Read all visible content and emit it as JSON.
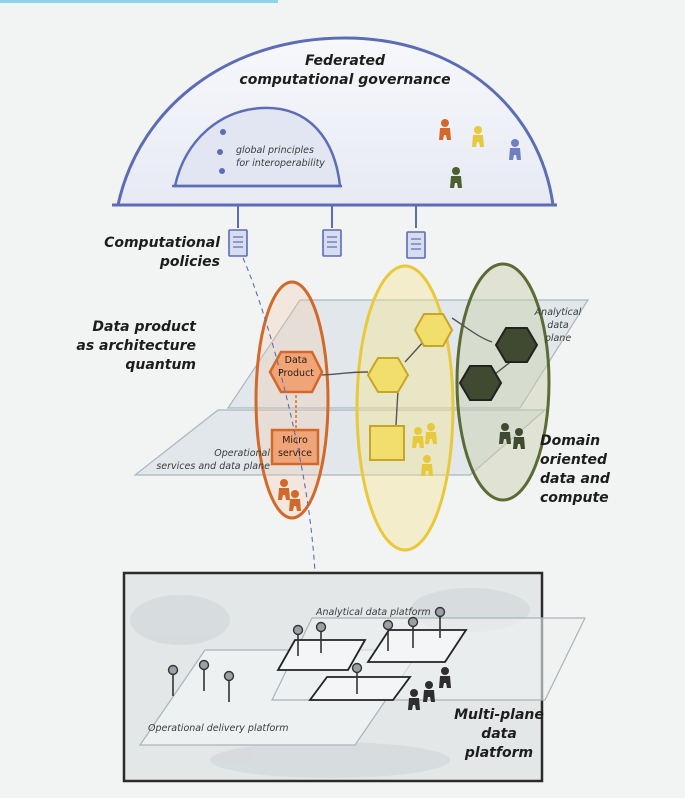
{
  "governance": {
    "title_line1": "Federated",
    "title_line2": "computational governance",
    "principles_line1": "global principles",
    "principles_line2": "for interoperability"
  },
  "policies": {
    "label_line1": "Computational",
    "label_line2": "policies"
  },
  "quantum": {
    "label_line1": "Data product",
    "label_line2": "as architecture",
    "label_line3": "quantum"
  },
  "planes": {
    "analytical_line1": "Analytical",
    "analytical_line2": "data",
    "analytical_line3": "plane",
    "operational_line1": "Operational",
    "operational_line2": "services and data plane"
  },
  "components": {
    "data_product_line1": "Data",
    "data_product_line2": "Product",
    "micro_service_line1": "Micro",
    "micro_service_line2": "service"
  },
  "domains": {
    "label_line1": "Domain",
    "label_line2": "oriented",
    "label_line3": "data and",
    "label_line4": "compute"
  },
  "platform": {
    "analytical": "Analytical data platform",
    "operational": "Operational delivery platform",
    "label_line1": "Multi-plane",
    "label_line2": "data",
    "label_line3": "platform"
  },
  "colors": {
    "governance": "#5c6db5",
    "orange_domain": "#d2692a",
    "yellow_domain": "#e8c93c",
    "green_domain": "#5b6b35",
    "plane": "#c9d5dc",
    "platform_frame": "#2b2b2b"
  },
  "icons": [
    "document-icon",
    "person-icon",
    "pin-icon",
    "hexagon-icon"
  ]
}
